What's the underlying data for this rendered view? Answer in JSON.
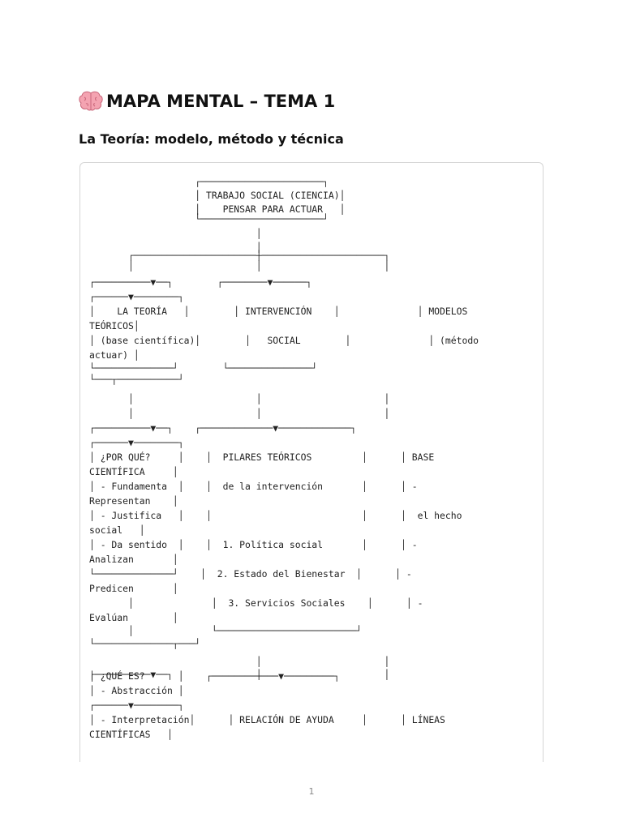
{
  "header": {
    "icon": "brain-icon",
    "title": "MAPA MENTAL – TEMA 1",
    "subtitle": "La Teoría: modelo, método y técnica"
  },
  "code_block": {
    "lines": [
      "                   ┌──────────────────────┐",
      "                   │ TRABAJO SOCIAL (CIENCIA)│",
      "                   │    PENSAR PARA ACTUAR   │",
      "                   └──────────────────────┘",
      "                              │",
      "                              │",
      "       ┌──────────────────────┼──────────────────────┐",
      "       │                      │                      │",
      "┌──────────▼──┐        ┌────────▼──────┐",
      "┌──────▼────────┐",
      "│    LA TEORÍA   │        │ INTERVENCIÓN    │              │ MODELOS",
      "TEÓRICOS│",
      "│ (base científica)│        │   SOCIAL        │              │ (método",
      "actuar) │",
      "└──────────────┘        └───────────────┘",
      "└───┬───────────┘",
      "       │                      │                      │",
      "       │                      │                      │",
      "┌──────────▼──┐    ┌─────────────▼─────────────┐",
      "┌──────▼────────┐",
      "│ ¿POR QUÉ?     │    │  PILARES TEÓRICOS         │      │ BASE",
      "CIENTÍFICA     │",
      "│ - Fundamenta  │    │  de la intervención       │      │ -",
      "Representan    │",
      "│ - Justifica   │    │                           │      │  el hecho",
      "social   │",
      "│ - Da sentido  │    │  1. Política social       │      │ -",
      "Analizan       │",
      "└──────────────┘    │  2. Estado del Bienestar  │      │ -",
      "Predicen       │",
      "       │              │  3. Servicios Sociales    │      │ -",
      "Evalúan        │",
      "       │              └─────────────────────────┘",
      "└──────────────┬───┘",
      "                              │                      │",
      "┌──────────▼──┐               │                      │",
      "│ ¿QUÉ ES?      │    ┌────────────▼─────────┐",
      "│ - Abstracción │",
      "┌──────▼────────┐",
      "│ - Interpretación│      │ RELACIÓN DE AYUDA     │      │ LÍNEAS",
      "CIENTÍFICAS   │"
    ]
  },
  "footer": {
    "page_number": "1"
  }
}
